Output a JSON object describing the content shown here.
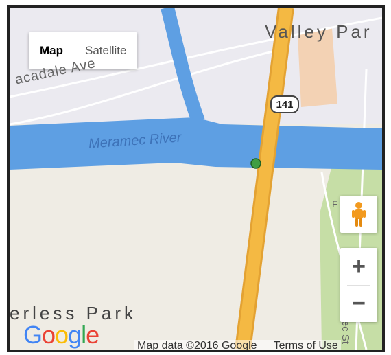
{
  "map_type": {
    "options": [
      {
        "label": "Map",
        "active": true
      },
      {
        "label": "Satellite",
        "active": false
      }
    ]
  },
  "labels": {
    "place_top_right": "Valley Par",
    "street_top_left": "acadale Ave",
    "river": "Meramec River",
    "place_bottom_left": "erless Park",
    "street_bottom_right": "ramec St",
    "partial_park_label": "F    t"
  },
  "route_shield": "141",
  "controls": {
    "zoom_in": "+",
    "zoom_out": "−"
  },
  "attribution": {
    "map_data": "Map data ©2016 Google",
    "terms": "Terms of Use"
  },
  "logo": [
    "G",
    "o",
    "o",
    "g",
    "l",
    "e"
  ],
  "colors": {
    "land": "#efece4",
    "water": "#5e9fe3",
    "park": "#c6dea6",
    "highway": "#f4b943",
    "building": "#f3d2b4",
    "marker": "#3f9e43"
  }
}
